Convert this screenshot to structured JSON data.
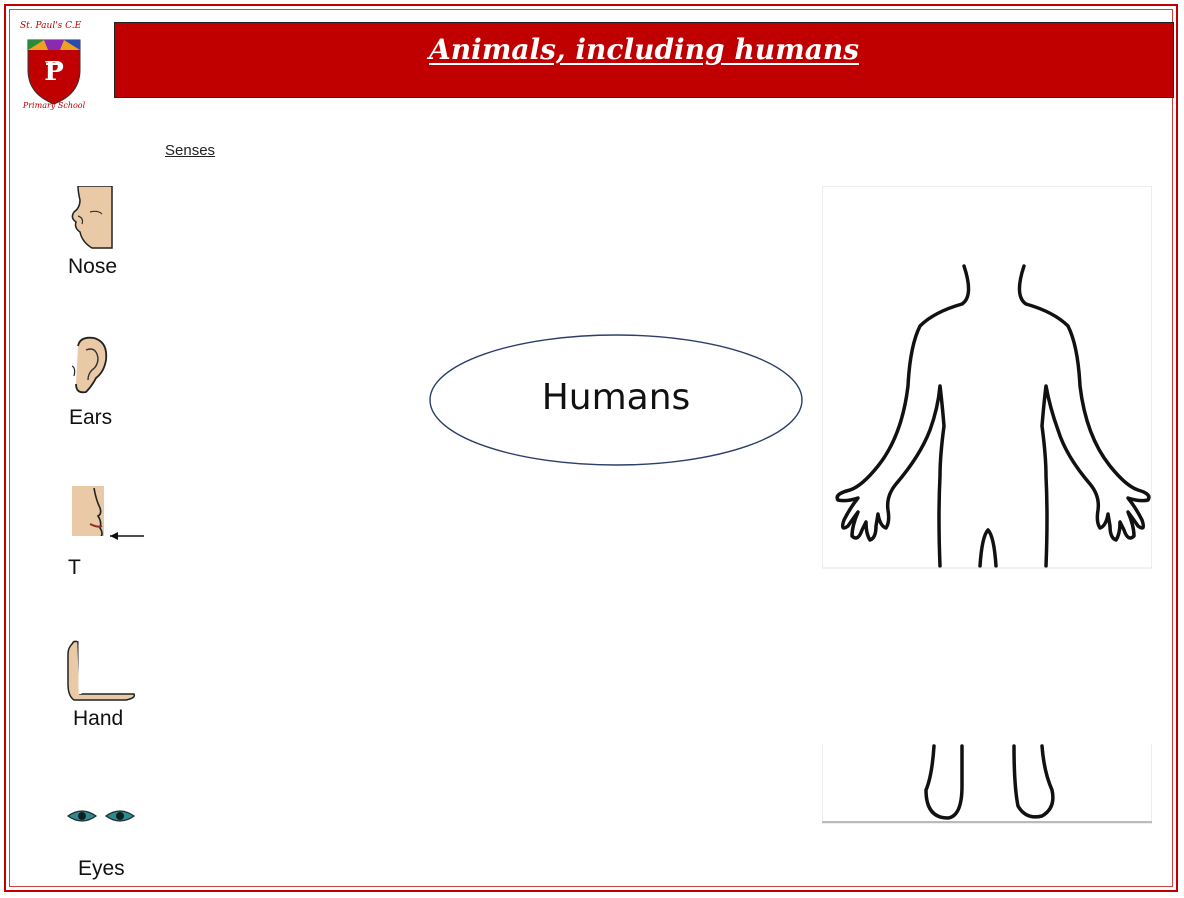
{
  "school": {
    "name": "St. Paul's C.E",
    "subname": "Primary School",
    "monogram": "P"
  },
  "header": {
    "title": "Animals, including humans"
  },
  "senses": {
    "heading": "Senses",
    "items": [
      {
        "id": "nose",
        "label": "Nose",
        "icon": "nose-icon"
      },
      {
        "id": "ears",
        "label": "Ears",
        "icon": "ear-icon"
      },
      {
        "id": "tongue",
        "label": "T",
        "icon": "tongue-icon"
      },
      {
        "id": "hand",
        "label": "Hand",
        "icon": "hand-icon"
      },
      {
        "id": "eyes",
        "label": "Eyes",
        "icon": "eyes-icon"
      }
    ]
  },
  "center": {
    "label": "Humans"
  },
  "colors": {
    "header_red": "#c00000",
    "frame_red": "#c00000",
    "skin": "#e9c9a6",
    "eye_teal": "#2f8a8f",
    "oval_stroke": "#2c3e6b"
  }
}
